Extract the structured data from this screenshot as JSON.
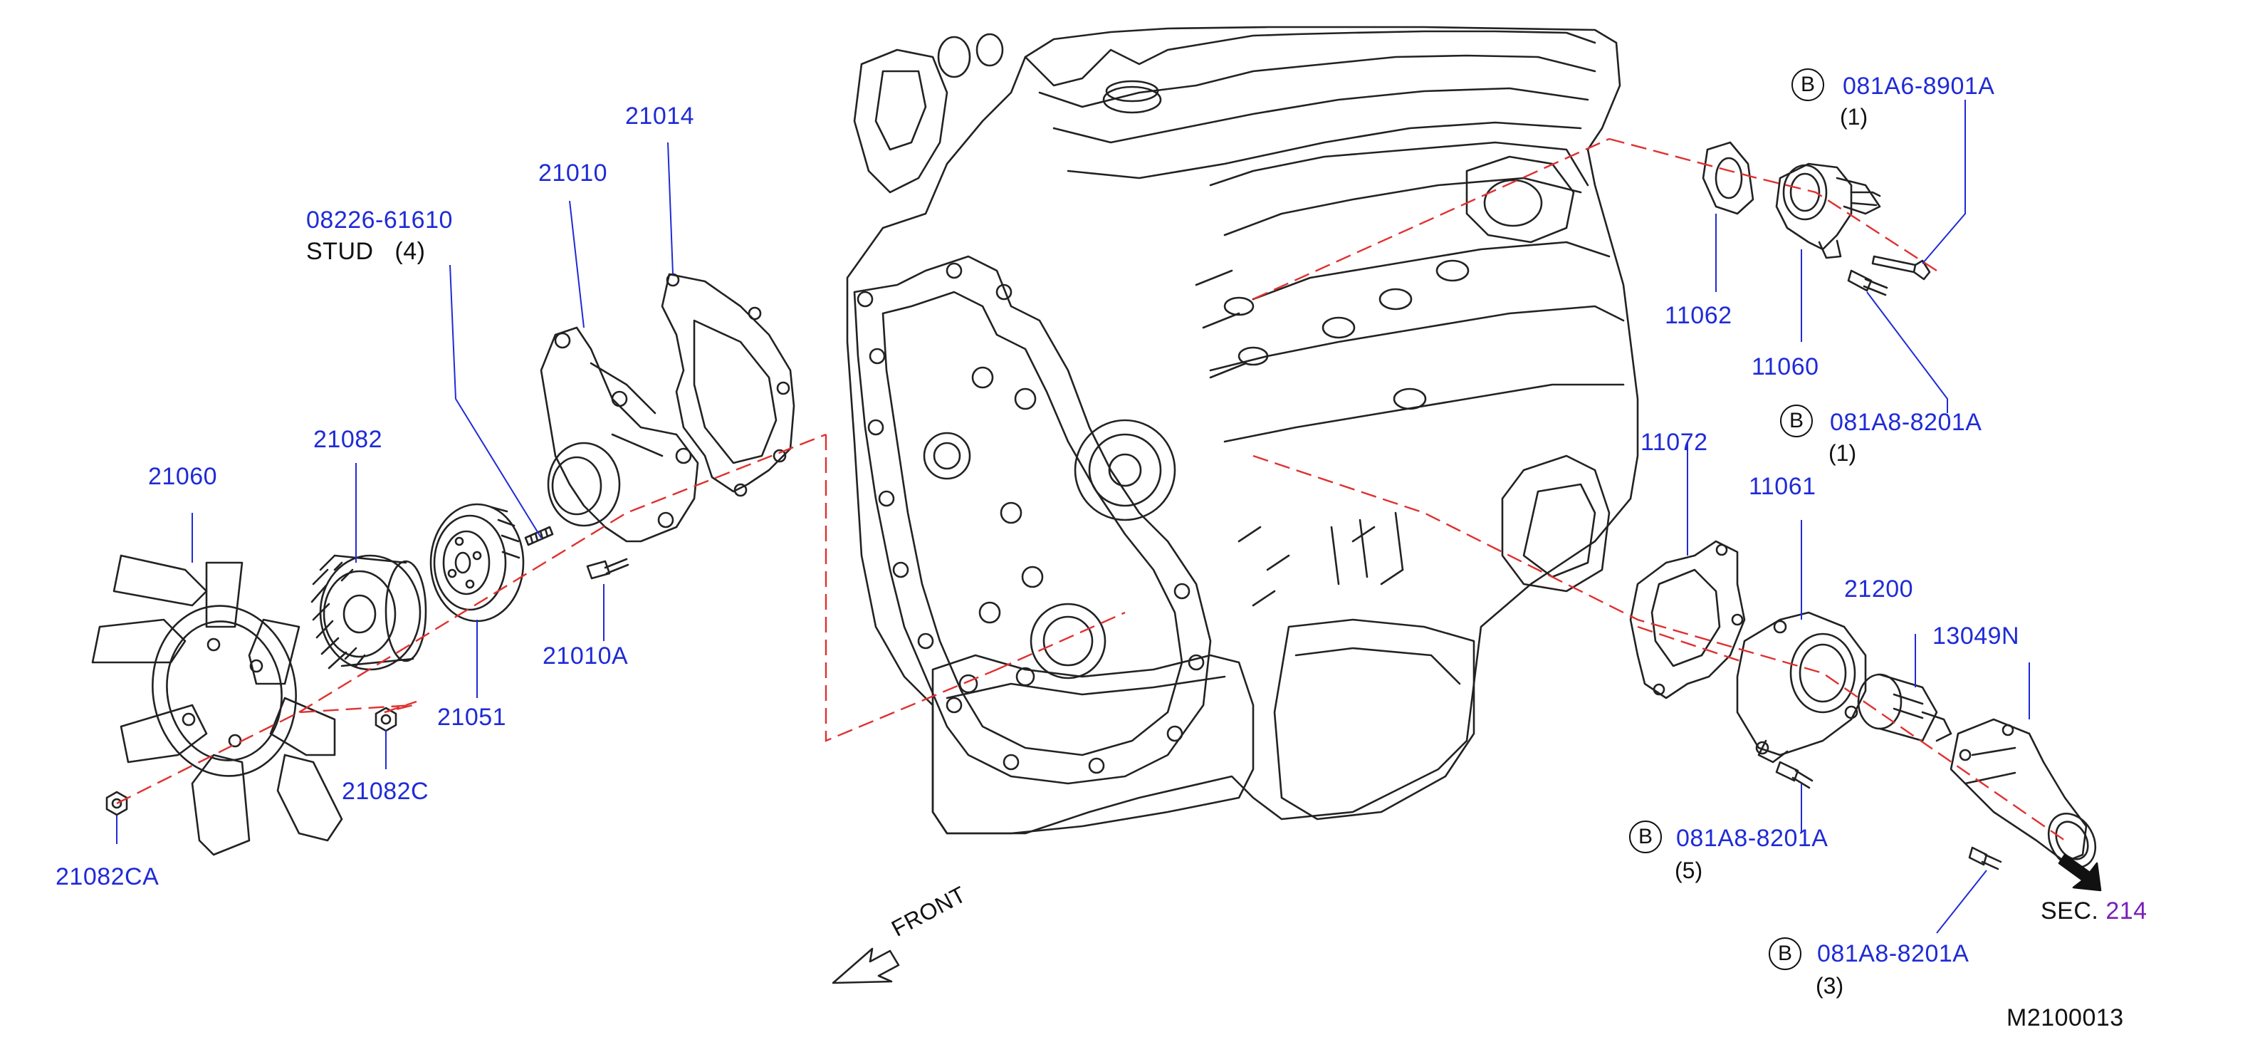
{
  "diagram_code": "M2100013",
  "front_label": "FRONT",
  "section_ref": {
    "prefix": "SEC.",
    "number": "214"
  },
  "colors": {
    "part_number": "#1f2bd6",
    "section_link": "#7a1fb8",
    "callout_dashed": "#e03030",
    "linework": "#222222"
  },
  "parts": [
    {
      "id": "p21060",
      "number": "21060"
    },
    {
      "id": "p21082",
      "number": "21082"
    },
    {
      "id": "p21082C",
      "number": "21082C"
    },
    {
      "id": "p21082CA",
      "number": "21082CA"
    },
    {
      "id": "p21051",
      "number": "21051"
    },
    {
      "id": "p08226",
      "number": "08226-61610",
      "name": "STUD",
      "qty": "(4)"
    },
    {
      "id": "p21010",
      "number": "21010"
    },
    {
      "id": "p21010A",
      "number": "21010A"
    },
    {
      "id": "p21014",
      "number": "21014"
    },
    {
      "id": "p11062",
      "number": "11062"
    },
    {
      "id": "p11060",
      "number": "11060"
    },
    {
      "id": "p11072",
      "number": "11072"
    },
    {
      "id": "p11061",
      "number": "11061"
    },
    {
      "id": "p21200",
      "number": "21200"
    },
    {
      "id": "p13049N",
      "number": "13049N"
    }
  ],
  "bolts": [
    {
      "id": "b1",
      "marker": "B",
      "number": "081A6-8901A",
      "qty": "(1)"
    },
    {
      "id": "b2",
      "marker": "B",
      "number": "081A8-8201A",
      "qty": "(1)"
    },
    {
      "id": "b3",
      "marker": "B",
      "number": "081A8-8201A",
      "qty": "(5)"
    },
    {
      "id": "b4",
      "marker": "B",
      "number": "081A8-8201A",
      "qty": "(3)"
    }
  ]
}
